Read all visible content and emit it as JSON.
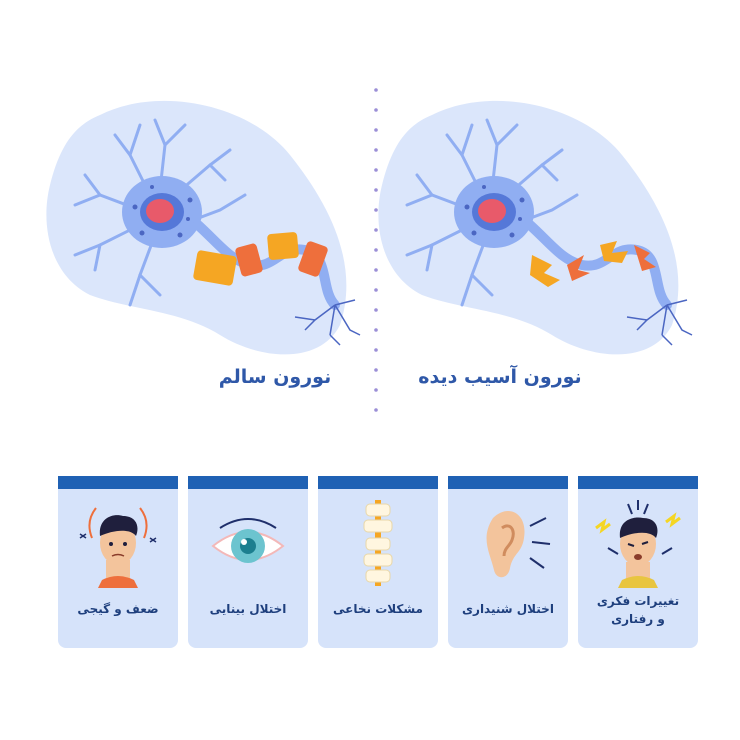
{
  "healthy": {
    "label": "نورون سالم"
  },
  "damaged": {
    "label": "نورون آسیب دیده"
  },
  "symptoms": [
    {
      "label": "ضعف و گیجی",
      "icon": "dizzy-person-icon"
    },
    {
      "label": "اختلال بینایی",
      "icon": "eye-icon"
    },
    {
      "label": "مشکلات نخاعی",
      "icon": "spine-icon"
    },
    {
      "label": "اختلال شنیداری",
      "icon": "ear-icon"
    },
    {
      "label": "تغییرات فکری\nو رفتاری",
      "icon": "stressed-person-icon"
    }
  ],
  "colors": {
    "accent": "#1f61b4",
    "card_bg": "#d6e3fa",
    "blob": "#dbe6fb",
    "neuron": "#90aef2",
    "nucleus": "#e85a6a",
    "myelin_orange": "#f5a623",
    "myelin_dark": "#ee6f3c",
    "label": "#2f58a8"
  }
}
